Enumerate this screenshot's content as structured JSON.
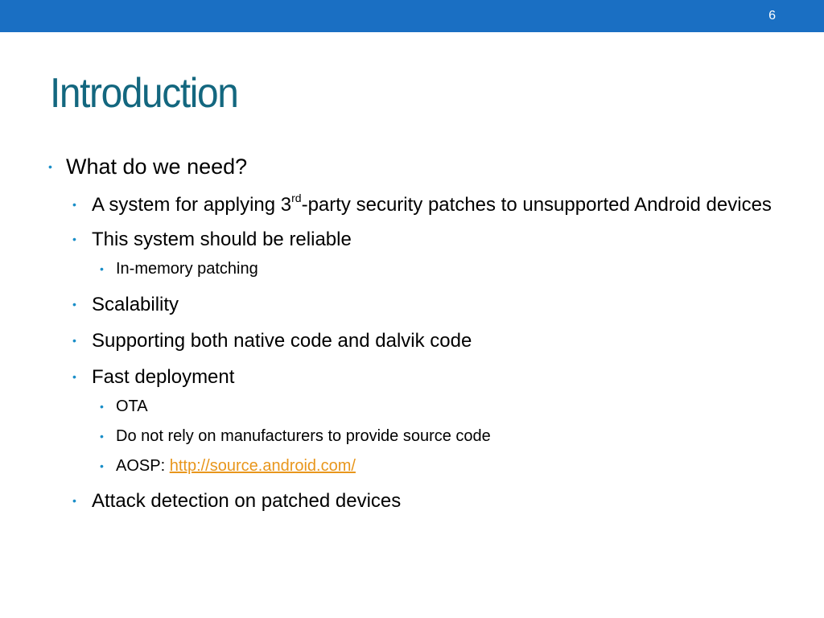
{
  "slide": {
    "number": "6",
    "title": "Introduction",
    "bullets": {
      "b1": "What do we need?",
      "b1_1_pre": "A system for applying 3",
      "b1_1_sup": "rd",
      "b1_1_post": "-party security patches to unsupported Android devices",
      "b1_2": "This system should be reliable",
      "b1_2_1": "In-memory patching",
      "b1_3": "Scalability",
      "b1_4": "Supporting both native code and dalvik code",
      "b1_5": "Fast deployment",
      "b1_5_1": "OTA",
      "b1_5_2": "Do not rely on manufacturers to provide source code",
      "b1_5_3_label": "AOSP: ",
      "b1_5_3_link": "http://source.android.com/",
      "b1_6": "Attack detection on patched devices"
    },
    "bullet_glyph": "•"
  },
  "colors": {
    "topbar": "#1a6fc3",
    "title": "#13677f",
    "bullet": "#1a8ec8",
    "link": "#e8961c"
  }
}
